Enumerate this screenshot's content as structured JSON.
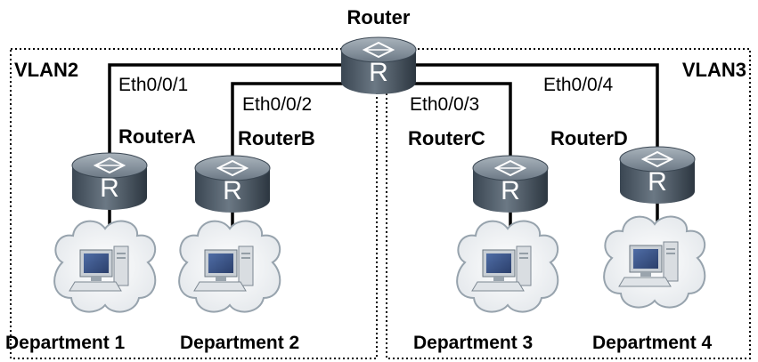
{
  "diagram": {
    "core_router": {
      "label": "Router",
      "icon": "router-icon",
      "glyph": "R"
    },
    "vlans": [
      {
        "label": "VLAN2"
      },
      {
        "label": "VLAN3"
      }
    ],
    "links": [
      {
        "label": "Eth0/0/1"
      },
      {
        "label": "Eth0/0/2"
      },
      {
        "label": "Eth0/0/3"
      },
      {
        "label": "Eth0/0/4"
      }
    ],
    "branches": [
      {
        "router": "RouterA",
        "department": "Department 1"
      },
      {
        "router": "RouterB",
        "department": "Department 2"
      },
      {
        "router": "RouterC",
        "department": "Department 3"
      },
      {
        "router": "RouterD",
        "department": "Department 4"
      }
    ],
    "colors": {
      "router_dark": "#2f3b48",
      "router_mid": "#5d6b78",
      "router_light": "#98a4ae",
      "cloud_fill": "#f2f4f6",
      "cloud_stroke": "#97a3ad",
      "line": "#000000",
      "dash": "#000000"
    }
  }
}
